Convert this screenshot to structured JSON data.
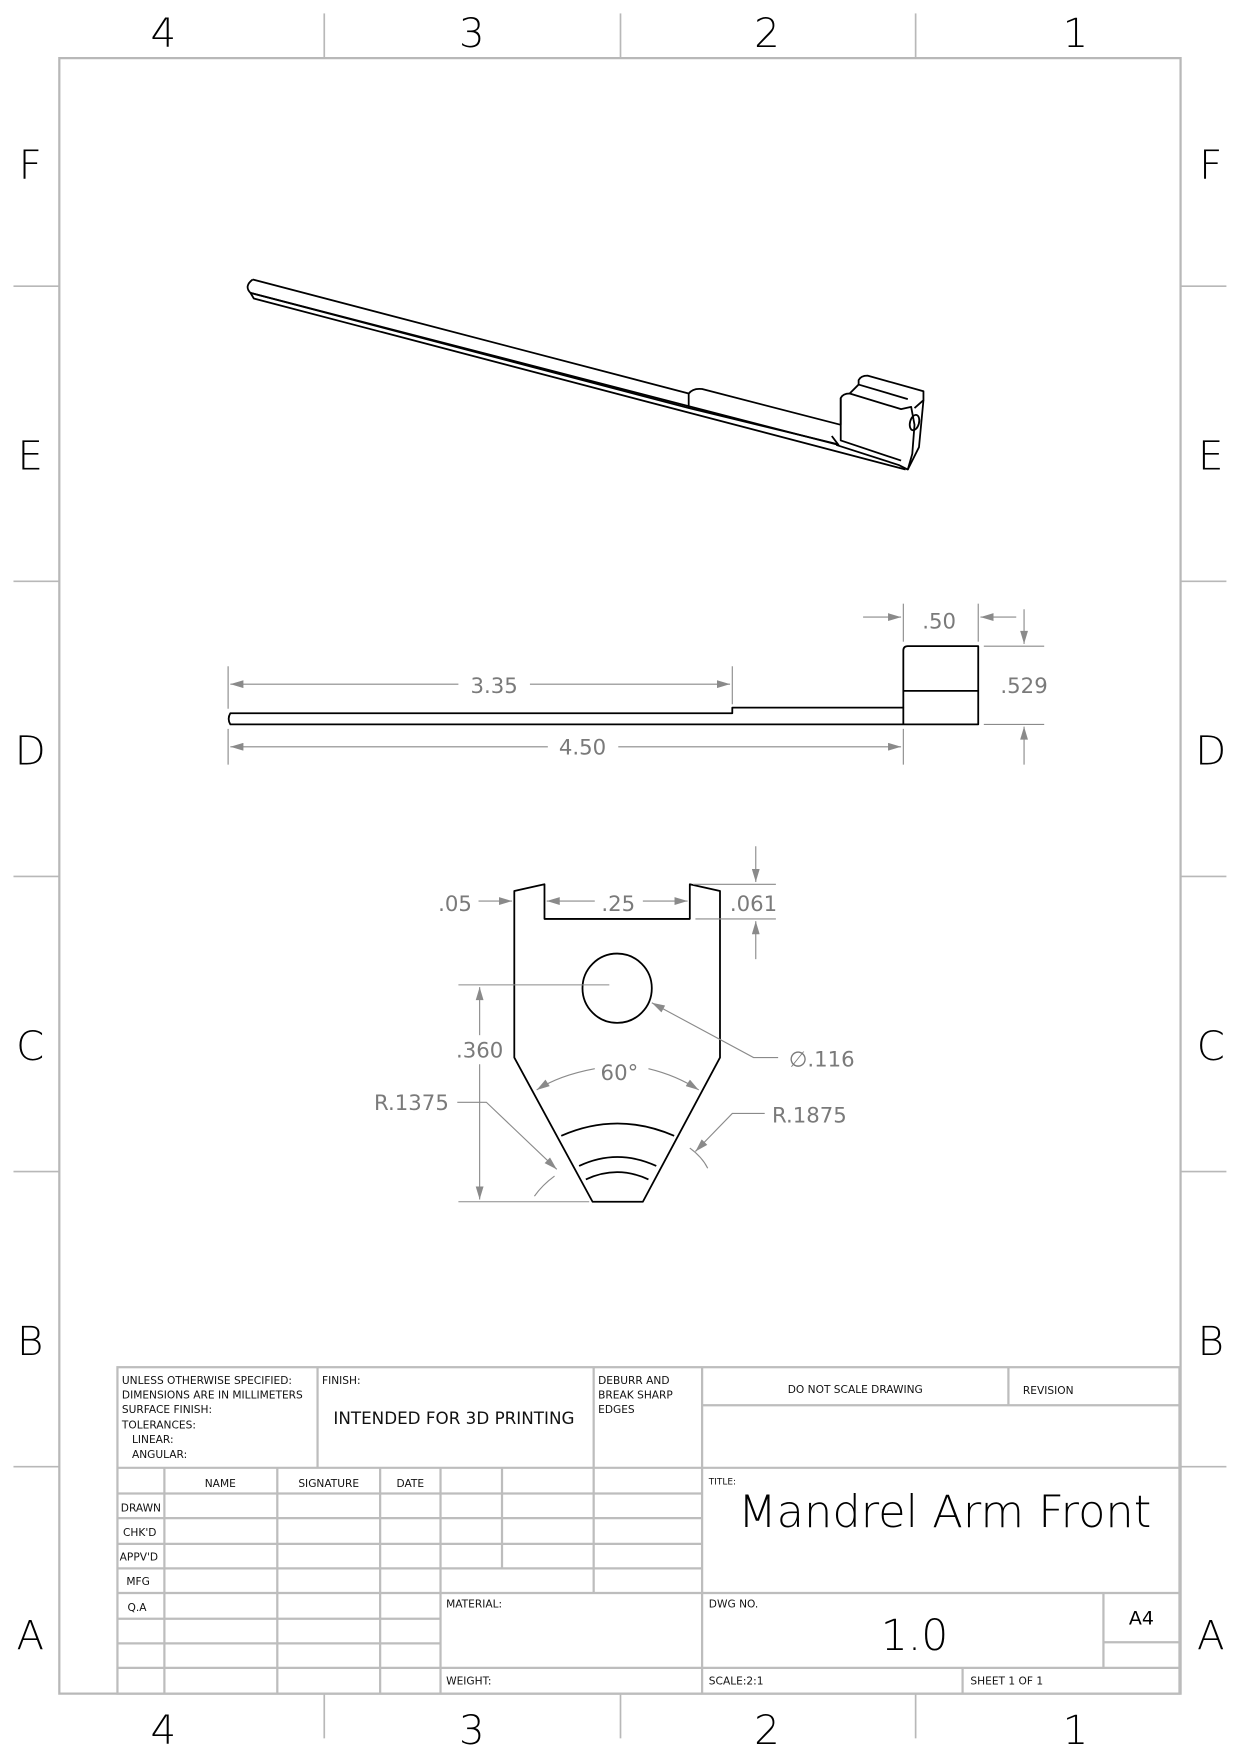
{
  "zones": {
    "columns": [
      "4",
      "3",
      "2",
      "1"
    ],
    "rows": [
      "F",
      "E",
      "D",
      "C",
      "B",
      "A"
    ]
  },
  "views": {
    "side": {
      "dim_left": "3.35",
      "dim_total": "4.50",
      "dim_top": ".50",
      "dim_height": ".529"
    },
    "front": {
      "dim_wall": ".05",
      "dim_slot": ".25",
      "dim_slot_depth": ".061",
      "dim_hole_height": ".360",
      "dim_hole_dia": "∅.116",
      "dim_angle": "60°",
      "dim_r_inner": "R.1375",
      "dim_r_outer": "R.1875"
    }
  },
  "title_block": {
    "notes": [
      "UNLESS OTHERWISE SPECIFIED:",
      "DIMENSIONS ARE IN MILLIMETERS",
      "SURFACE FINISH:",
      "TOLERANCES:",
      "LINEAR:",
      "ANGULAR:"
    ],
    "finish_label": "FINISH:",
    "finish_value": "INTENDED FOR 3D PRINTING",
    "deburr": [
      "DEBURR AND",
      "BREAK SHARP",
      "EDGES"
    ],
    "do_not_scale": "DO NOT SCALE DRAWING",
    "revision_label": "REVISION",
    "headers": [
      "NAME",
      "SIGNATURE",
      "DATE"
    ],
    "row_labels": [
      "DRAWN",
      "CHK'D",
      "APPV'D",
      "MFG",
      "Q.A"
    ],
    "title_label": "TITLE:",
    "title": "Mandrel Arm Front",
    "material_label": "MATERIAL:",
    "weight_label": "WEIGHT:",
    "dwg_no_label": "DWG NO.",
    "dwg_no": "1.0",
    "size": "A4",
    "scale": "SCALE:2:1",
    "sheet": "SHEET 1 OF 1"
  }
}
